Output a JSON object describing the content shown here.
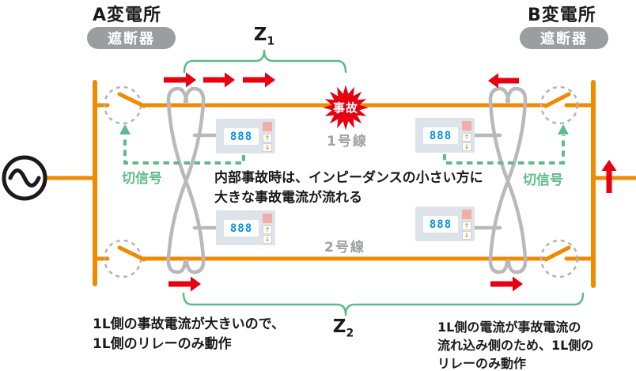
{
  "substations": {
    "a_label": "A変電所",
    "b_label": "B変電所"
  },
  "breaker_badge_label": "遮断器",
  "impedance": {
    "z1_main": "Z",
    "z1_sub": "1",
    "z2_main": "Z",
    "z2_sub": "2"
  },
  "line_labels": {
    "line1": "1号線",
    "line2": "2号線"
  },
  "fault_label": "事故",
  "trip_signal_label": "切信号",
  "relay": {
    "display_value": "888",
    "up_icon": "↑",
    "down_icon": "↓"
  },
  "notes": {
    "center_line1": "内部事故時は、インピーダンスの小さい方に",
    "center_line2": "大きな事故電流が流れる",
    "bottom_left_line1": "1L側の事故電流が大きいので、",
    "bottom_left_line2": "1L側のリレーのみ動作",
    "bottom_right_line1": "1L側の電流が事故電流の",
    "bottom_right_line2": "流れ込み側のため、1L側の",
    "bottom_right_line3": "リレーのみ動作"
  },
  "colors": {
    "line-orange": "#f08a00",
    "signal-green": "#5fbb8b",
    "alert-red": "#e60012",
    "device-gray": "#b9b9b9",
    "badge-gray": "#9a9ea1",
    "label-gray": "#9fa0a0",
    "relay-bg": "#dde3e9",
    "relay-digit-blue": "#0b93da",
    "relay-pink": "#f2ada8",
    "ink": "#1a1a1a"
  }
}
